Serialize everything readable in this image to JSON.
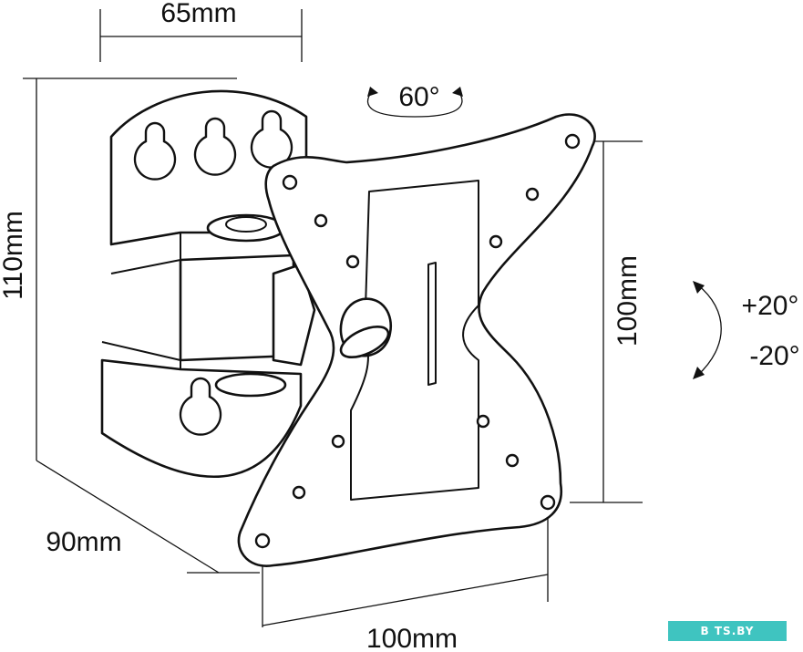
{
  "dimensions": {
    "width_top": "65mm",
    "height_left": "110mm",
    "depth": "90mm",
    "plate_height": "100mm",
    "plate_width": "100mm"
  },
  "angles": {
    "swivel": "60°",
    "tilt_up": "+20°",
    "tilt_down": "-20°"
  },
  "watermark": "B TS.BY",
  "colors": {
    "line": "#111111",
    "background": "#ffffff",
    "watermark_bg": "#3fc4c0"
  }
}
